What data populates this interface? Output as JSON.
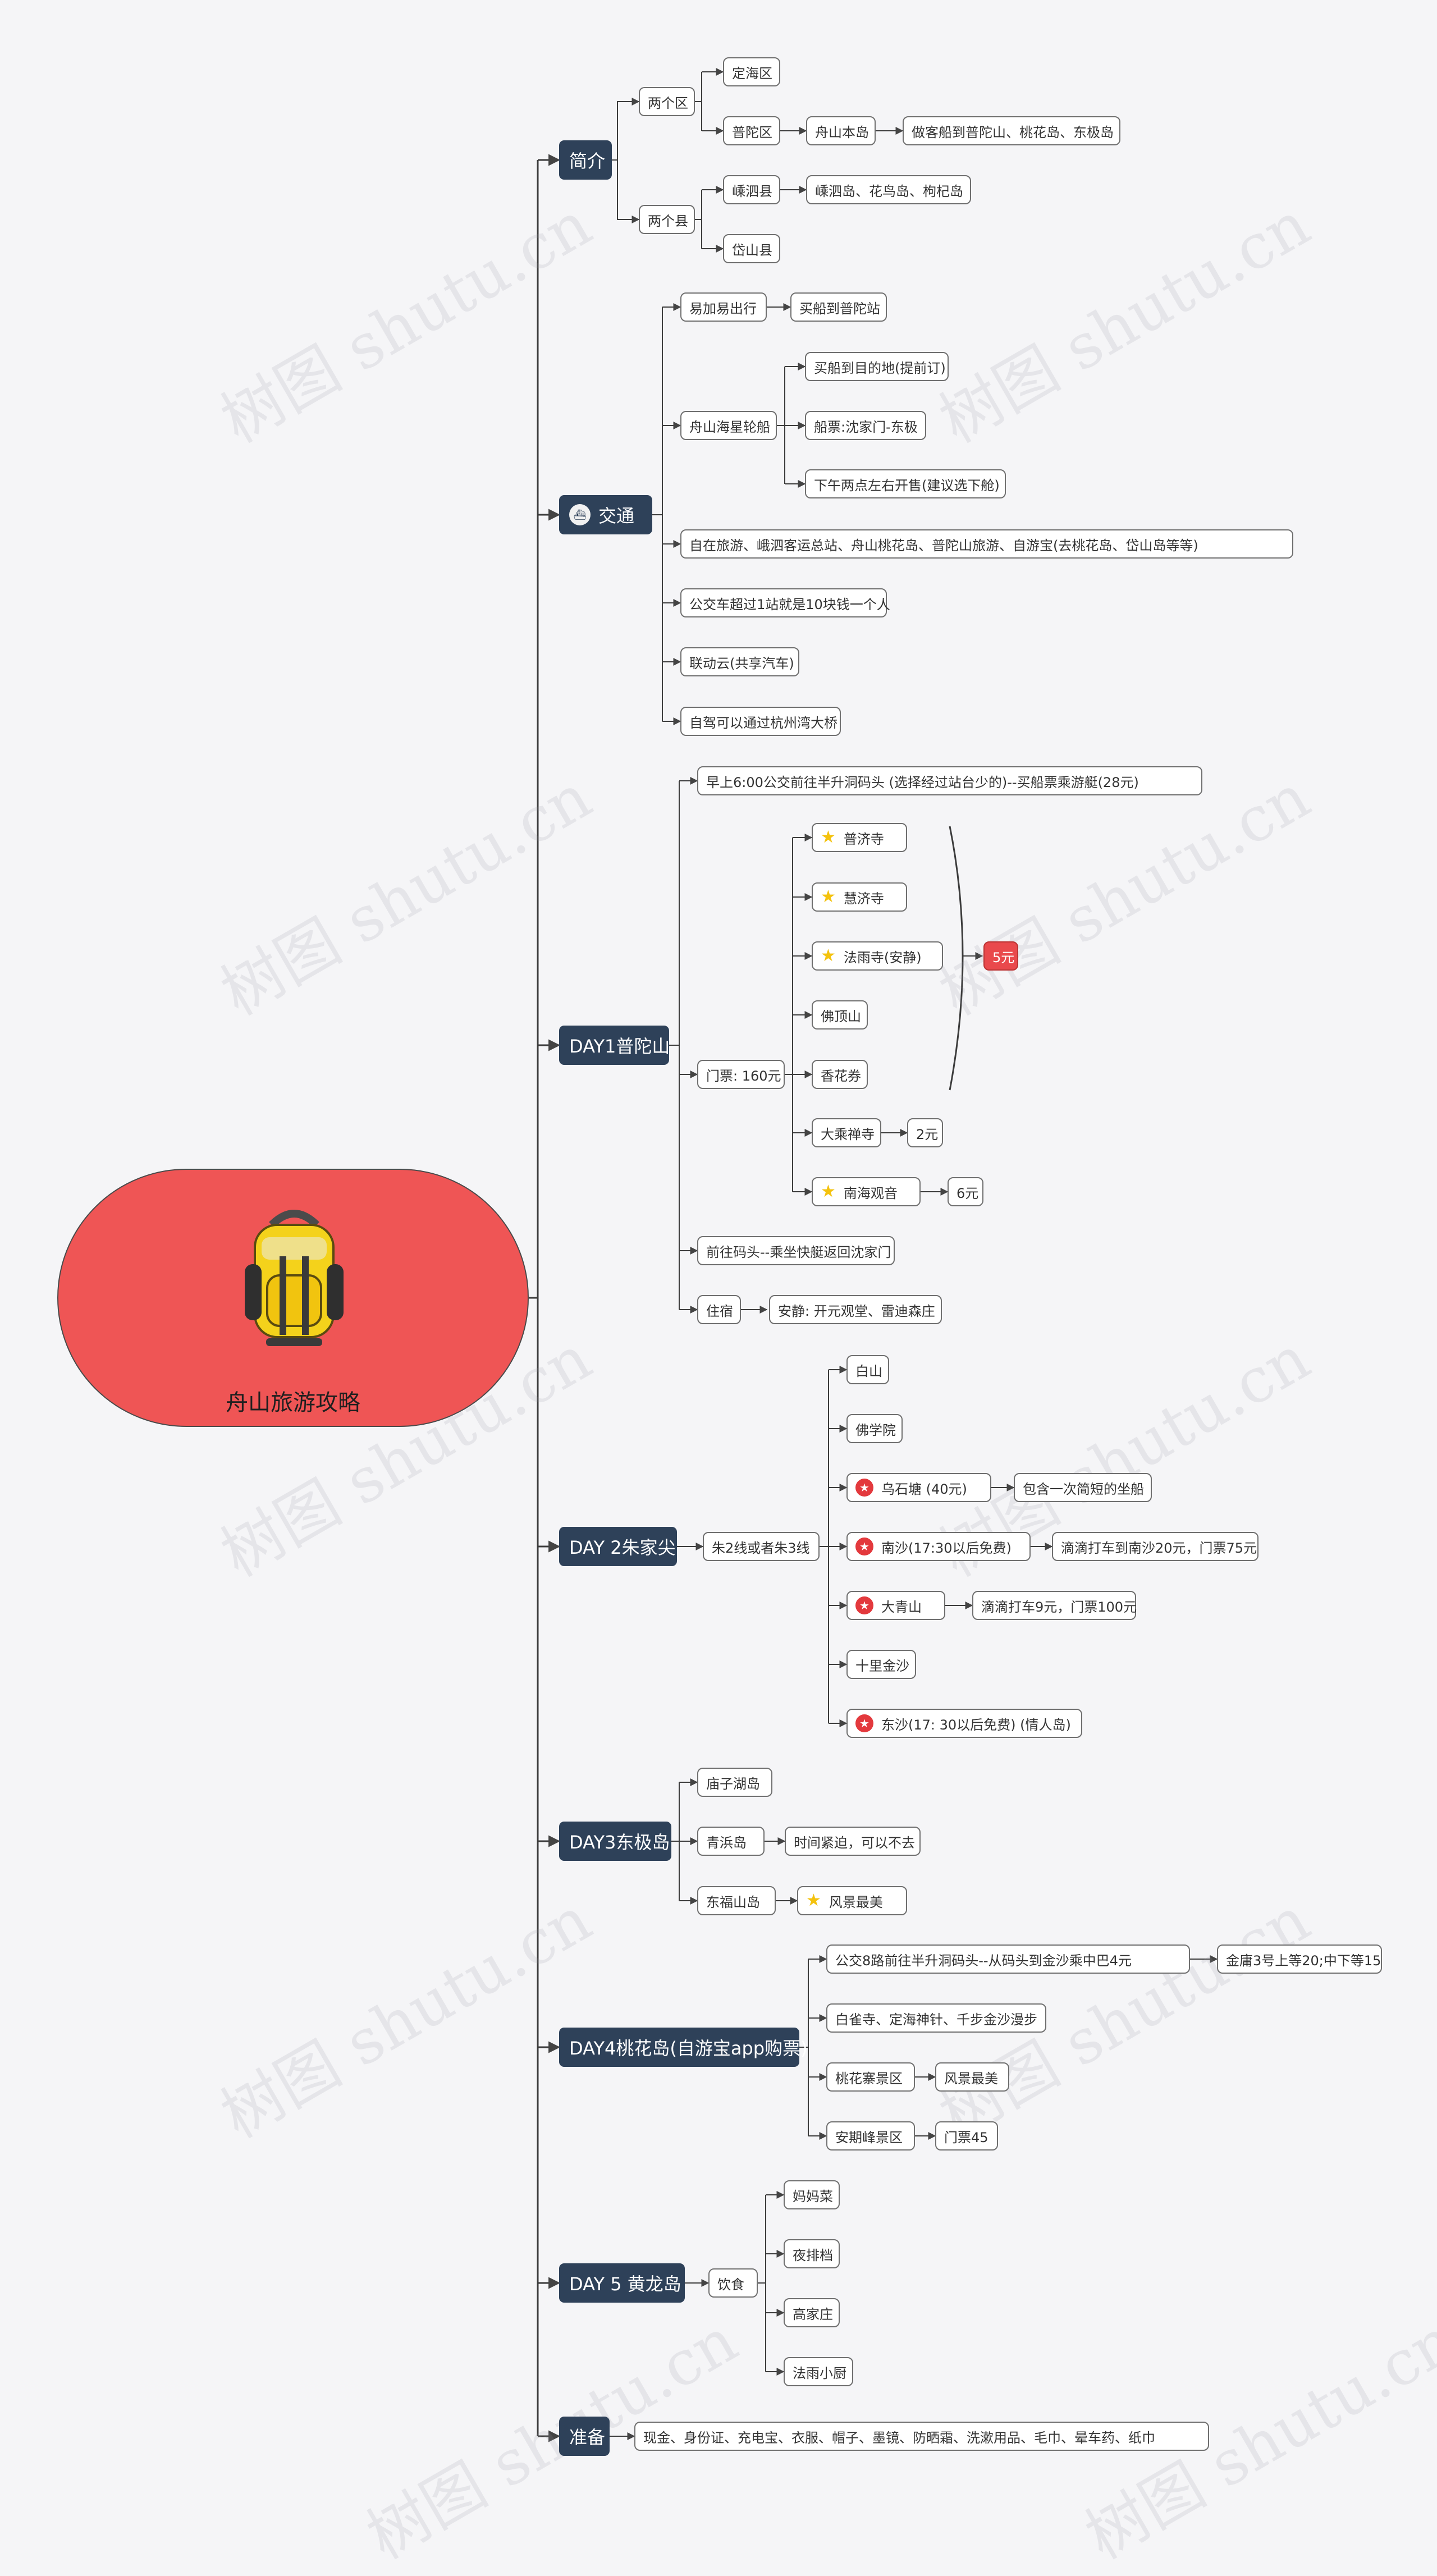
{
  "watermark": "树图 shutu.cn",
  "root": {
    "title": "舟山旅游攻略",
    "icon": "backpack-icon"
  },
  "sections": {
    "intro": {
      "label": "简介",
      "two_districts": "两个区",
      "dinghai": "定海区",
      "putuo": "普陀区",
      "zhoushan_island": "舟山本岛",
      "ferry_note": "做客船到普陀山、桃花岛、东极岛",
      "two_counties": "两个县",
      "shengsi": "嵊泗县",
      "shengsi_islands": "嵊泗岛、花鸟岛、枸杞岛",
      "daishan": "岱山县"
    },
    "traffic": {
      "label": "交通",
      "icon": "ship-icon",
      "yijia": "易加易出行",
      "buy_putuo": "买船到普陀站",
      "haixing": "舟山海星轮船",
      "buy_dest": "买船到目的地(提前订)",
      "ticket_route": "船票:沈家门-东极",
      "sale_time": "下午两点左右开售(建议选下舱)",
      "apps": "自在旅游、峨泗客运总站、舟山桃花岛、普陀山旅游、自游宝(去桃花岛、岱山岛等等)",
      "bus": "公交车超过1站就是10块钱一个人",
      "liandong": "联动云(共享汽车)",
      "selfdrive": "自驾可以通过杭州湾大桥"
    },
    "day1": {
      "label": "DAY1普陀山",
      "morning": "早上6:00公交前往半升洞码头 (选择经过站台少的)--买船票乘游艇(28元)",
      "ticket": "门票: 160元",
      "temples": [
        "普济寺",
        "慧济寺",
        "法雨寺(安静)",
        "佛顶山",
        "香花券",
        "大乘禅寺",
        "南海观音"
      ],
      "price_group": "5元",
      "price_dacheng": "2元",
      "price_guanyin": "6元",
      "return": "前往码头--乘坐快艇返回沈家门",
      "stay": "住宿",
      "stay_options": "安静: 开元观堂、雷迪森庄"
    },
    "day2": {
      "label": "DAY 2朱家尖",
      "route": "朱2线或者朱3线",
      "baishan": "白山",
      "foxueyuan": "佛学院",
      "wushitang": "乌石塘 (40元)",
      "wushitang_note": "包含一次简短的坐船",
      "nansha": "南沙(17:30以后免费)",
      "nansha_note": "滴滴打车到南沙20元，门票75元",
      "daqingshan": "大青山",
      "daqingshan_note": "滴滴打车9元，门票100元",
      "shili": "十里金沙",
      "dongsha": "东沙(17: 30以后免费) (情人岛)"
    },
    "day3": {
      "label": "DAY3东极岛",
      "miaozihu": "庙子湖岛",
      "qingbang": "青浜岛",
      "qingbang_note": "时间紧迫，可以不去",
      "dongfu": "东福山岛",
      "dongfu_note": "风景最美"
    },
    "day4": {
      "label": "DAY4桃花岛(自游宝app购票)",
      "bus": "公交8路前往半升洞码头--从码头到金沙乘中巴4元",
      "jinyong": "金庸3号上等20;中下等15",
      "temples": "白雀寺、定海神针、千步金沙漫步",
      "taohua": "桃花寨景区",
      "taohua_note": "风景最美",
      "anqi": "安期峰景区",
      "anqi_note": "门票45"
    },
    "day5": {
      "label": "DAY 5 黄龙岛",
      "food": "饮食",
      "items": [
        "妈妈菜",
        "夜排档",
        "高家庄",
        "法雨小厨"
      ]
    },
    "prep": {
      "label": "准备",
      "items": "现金、身份证、充电宝、衣服、帽子、墨镜、防晒霜、洗漱用品、毛巾、晕车药、纸巾"
    }
  }
}
